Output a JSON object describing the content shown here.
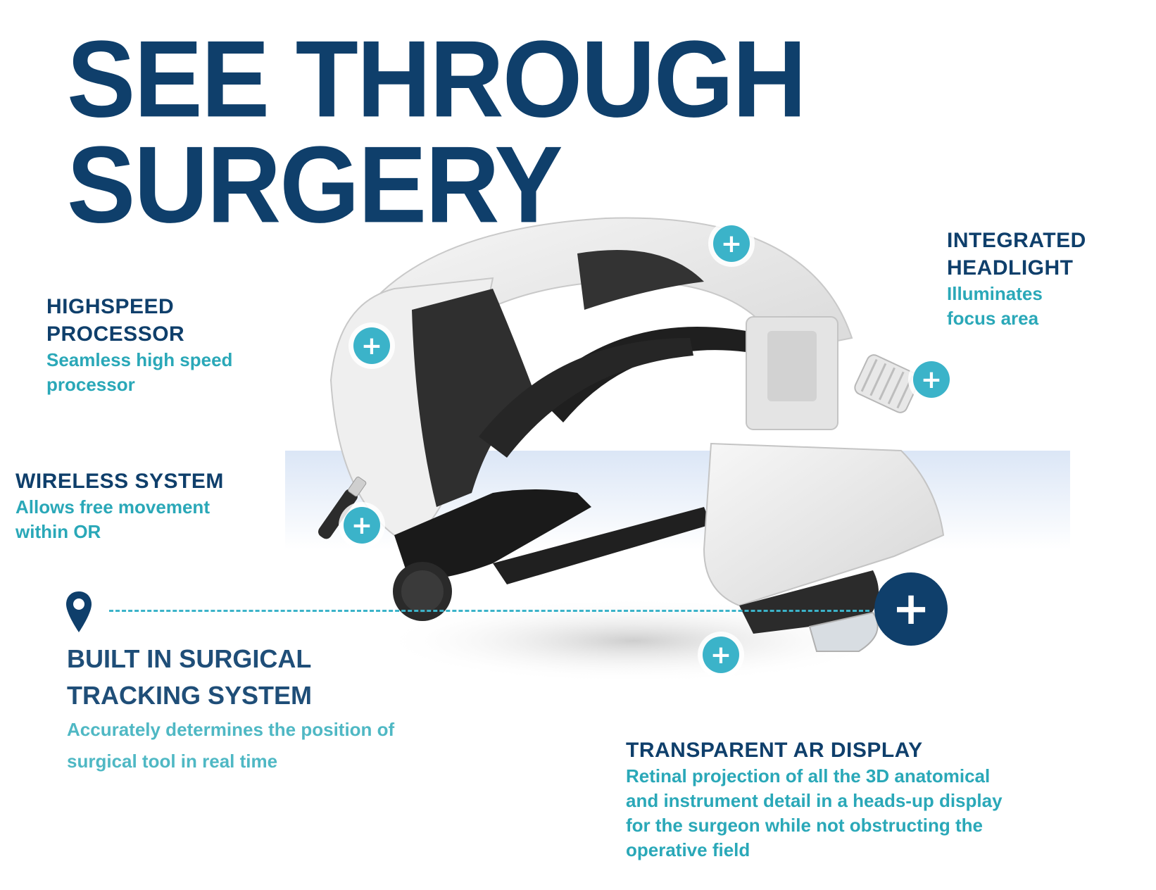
{
  "title": {
    "line1": "SEE THROUGH",
    "line2": "SURGERY"
  },
  "features": {
    "processor": {
      "heading_line1": "HIGHSPEED",
      "heading_line2": "PROCESSOR",
      "desc_line1": "Seamless high speed",
      "desc_line2": "processor"
    },
    "headlight": {
      "heading_line1": "INTEGRATED",
      "heading_line2": "HEADLIGHT",
      "desc_line1": "Illuminates",
      "desc_line2": "focus area"
    },
    "wireless": {
      "heading": "WIRELESS SYSTEM",
      "desc_line1": "Allows free movement",
      "desc_line2": "within OR"
    },
    "tracking": {
      "heading_line1": "BUILT IN SURGICAL",
      "heading_line2": "TRACKING SYSTEM",
      "desc_line1": "Accurately determines the position of",
      "desc_line2": "surgical tool in real time"
    },
    "display": {
      "heading": "TRANSPARENT AR DISPLAY",
      "desc_line1": "Retinal projection of all the 3D anatomical",
      "desc_line2": "and instrument detail in a heads-up display",
      "desc_line3": "for the surgeon while not obstructing the",
      "desc_line4": "operative field"
    }
  },
  "hotspots": {
    "symbol": "+"
  },
  "colors": {
    "navy": "#0f3f6b",
    "teal": "#2aa8b8",
    "hotspot": "#3bb3c9"
  },
  "icons": {
    "location": "location-pin-icon"
  }
}
